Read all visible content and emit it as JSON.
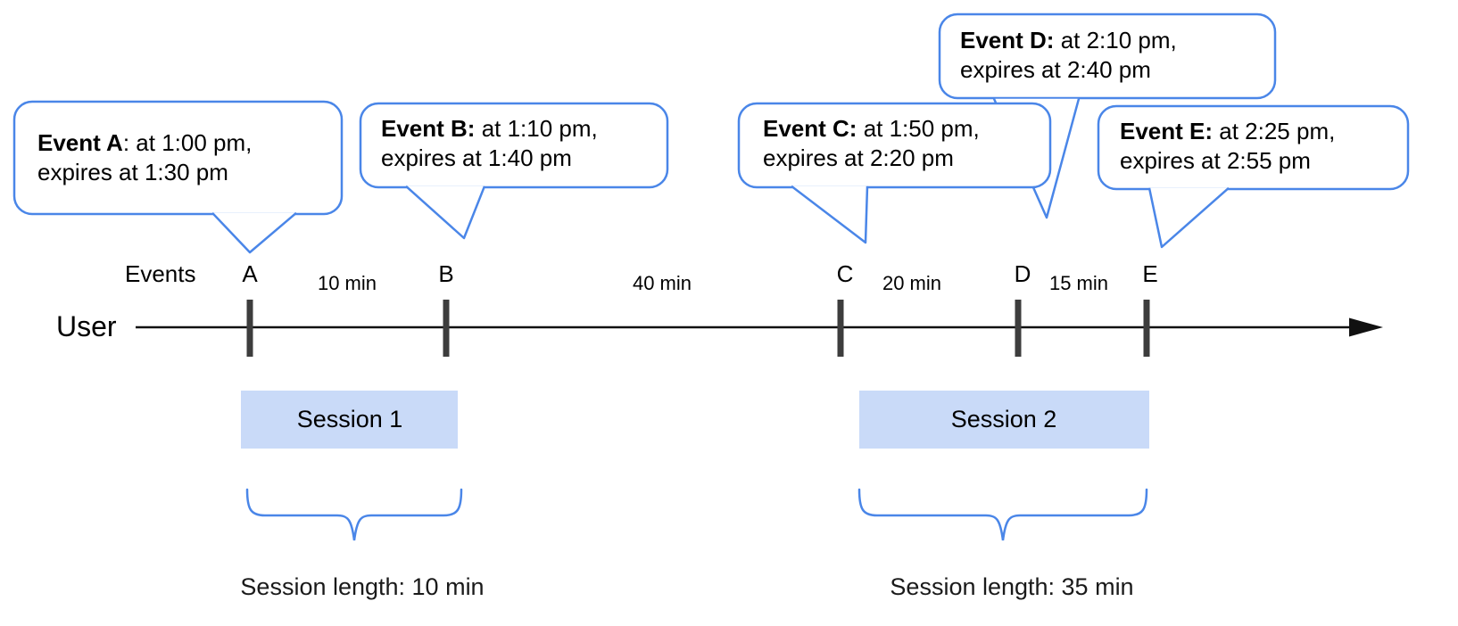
{
  "labels": {
    "events": "Events",
    "user": "User"
  },
  "bubbles": [
    {
      "id": "A",
      "bold": "Event A",
      "rest": ": at 1:00 pm,",
      "line2": "expires at 1:30 pm"
    },
    {
      "id": "B",
      "bold": "Event B:",
      "rest": " at 1:10 pm,",
      "line2": "expires at 1:40 pm"
    },
    {
      "id": "C",
      "bold": "Event C:",
      "rest": " at 1:50 pm,",
      "line2": "expires at 2:20 pm"
    },
    {
      "id": "D",
      "bold": "Event D:",
      "rest": " at 2:10 pm,",
      "line2": "expires at 2:40 pm"
    },
    {
      "id": "E",
      "bold": "Event E:",
      "rest": " at 2:25 pm,",
      "line2": "expires at 2:55 pm"
    }
  ],
  "ticks": [
    {
      "label": "A"
    },
    {
      "label": "B"
    },
    {
      "label": "C"
    },
    {
      "label": "D"
    },
    {
      "label": "E"
    }
  ],
  "gaps": [
    {
      "label": "10 min"
    },
    {
      "label": "40 min"
    },
    {
      "label": "20 min"
    },
    {
      "label": "15 min"
    }
  ],
  "sessions": [
    {
      "label": "Session 1",
      "length": "Session length: 10 min"
    },
    {
      "label": "Session 2",
      "length": "Session length: 35 min"
    }
  ],
  "colors": {
    "accent": "#4a86e8",
    "session_fill": "#c9daf8",
    "tick": "#3d3d3d",
    "axis": "#111111",
    "text": "#000000"
  }
}
